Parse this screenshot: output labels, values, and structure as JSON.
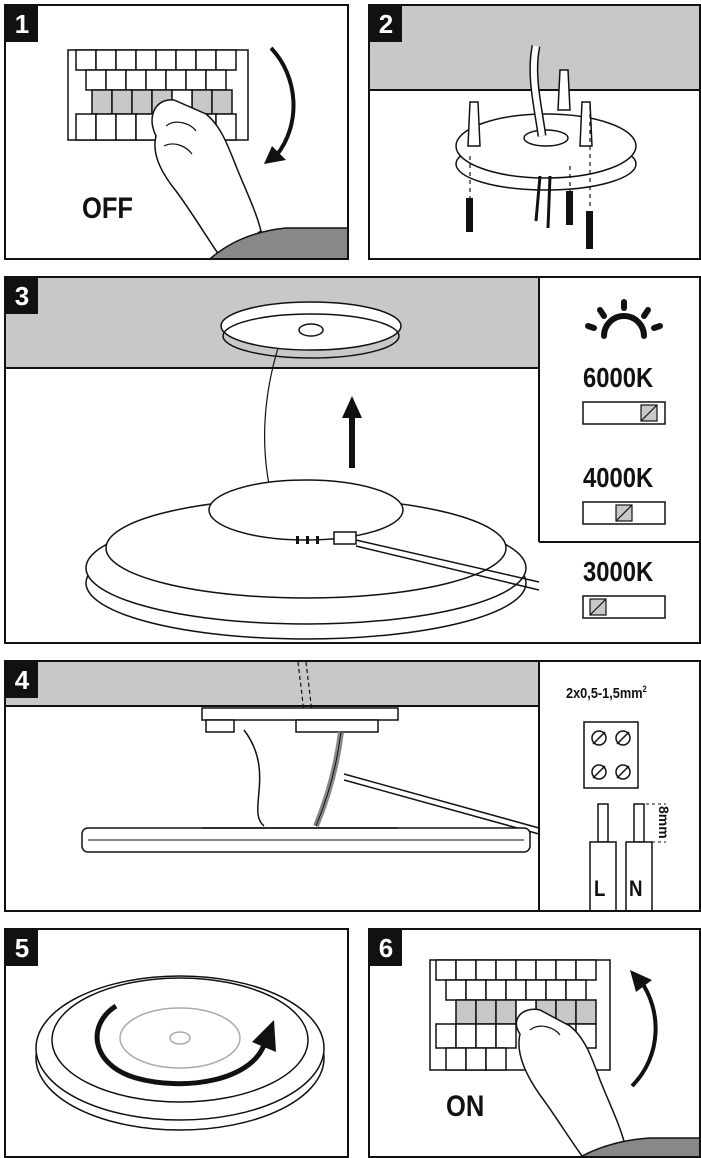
{
  "steps": [
    {
      "number": "1",
      "label": "OFF"
    },
    {
      "number": "2"
    },
    {
      "number": "3"
    },
    {
      "number": "4"
    },
    {
      "number": "5"
    },
    {
      "number": "6",
      "label": "ON"
    }
  ],
  "cct": {
    "options": [
      "6000K",
      "4000K",
      "3000K"
    ]
  },
  "wiring": {
    "cable_spec": "2x0,5-1,5mm",
    "cable_spec_sup": "2",
    "strip_length": "8mm",
    "live_label": "L",
    "neutral_label": "N"
  },
  "colors": {
    "ceiling_gray": "#c8c8c8",
    "line": "#111111"
  }
}
